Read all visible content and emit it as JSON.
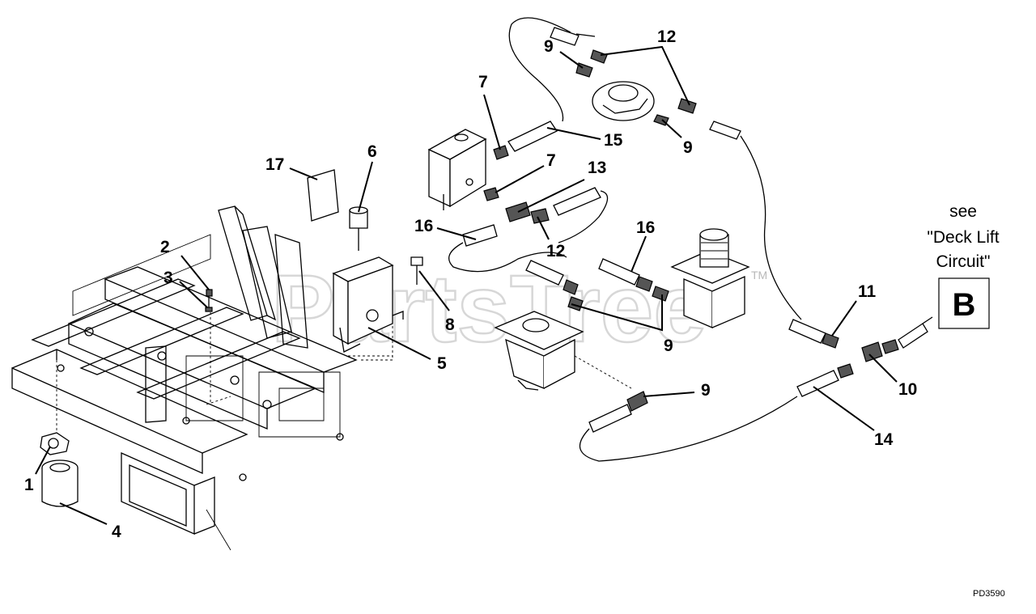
{
  "watermark": {
    "text": "PartsTree",
    "tm": "TM"
  },
  "callouts": [
    "1",
    "2",
    "3",
    "4",
    "5",
    "6",
    "7",
    "8",
    "9",
    "10",
    "11",
    "12",
    "13",
    "14",
    "15",
    "16",
    "17"
  ],
  "reference": {
    "line1": "see",
    "line2": "\"Deck Lift",
    "line3": "Circuit\"",
    "box_letter": "B"
  },
  "drawing_id": "PD3590",
  "colors": {
    "line": "#000000",
    "background": "#ffffff",
    "watermark": "#b8b8b8"
  }
}
